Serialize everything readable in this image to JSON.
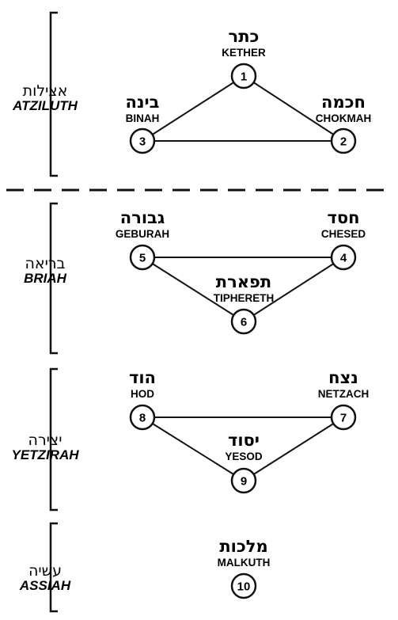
{
  "worlds": [
    {
      "hebrew": "אצילות",
      "english": "ATZILUTH"
    },
    {
      "hebrew": "בריאה",
      "english": "BRIAH"
    },
    {
      "hebrew": "יצירה",
      "english": "YETZIRAH"
    },
    {
      "hebrew": "עשיה",
      "english": "ASSIAH"
    }
  ],
  "sephiroth": [
    {
      "number": "1",
      "hebrew": "כתר",
      "english": "KETHER"
    },
    {
      "number": "2",
      "hebrew": "חכמה",
      "english": "CHOKMAH"
    },
    {
      "number": "3",
      "hebrew": "בינה",
      "english": "BINAH"
    },
    {
      "number": "4",
      "hebrew": "חסד",
      "english": "CHESED"
    },
    {
      "number": "5",
      "hebrew": "גבורה",
      "english": "GEBURAH"
    },
    {
      "number": "6",
      "hebrew": "תפארת",
      "english": "TIPHERETH"
    },
    {
      "number": "7",
      "hebrew": "נצח",
      "english": "NETZACH"
    },
    {
      "number": "8",
      "hebrew": "הוד",
      "english": "HOD"
    },
    {
      "number": "9",
      "hebrew": "יסוד",
      "english": "YESOD"
    },
    {
      "number": "10",
      "hebrew": "מלכות",
      "english": "MALKUTH"
    }
  ],
  "colors": {
    "ink": "#111111",
    "background": "#ffffff"
  }
}
